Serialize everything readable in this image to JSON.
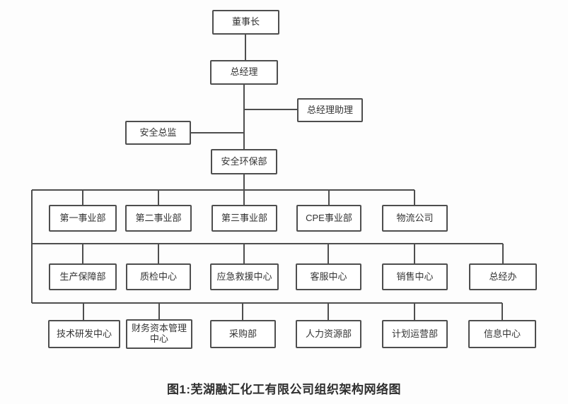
{
  "figure": {
    "caption": "图1:芜湖融汇化工有限公司组织架构网络图"
  },
  "org": {
    "chairman": "董事长",
    "general_manager": "总经理",
    "gm_assistant": "总经理助理",
    "safety_director": "安全总监",
    "safety_env_dept": "安全环保部",
    "row1": [
      "第一事业部",
      "第二事业部",
      "第三事业部",
      "CPE事业部",
      "物流公司"
    ],
    "row2": [
      "生产保障部",
      "质检中心",
      "应急救援中心",
      "客服中心",
      "销售中心",
      "总经办"
    ],
    "row3": [
      "技术研发中心",
      "财务资本管理中心",
      "采购部",
      "人力资源部",
      "计划运营部",
      "信息中心"
    ],
    "edges": [
      [
        "chairman",
        "general_manager"
      ],
      [
        "general_manager",
        "gm_assistant"
      ],
      [
        "general_manager",
        "safety_director"
      ],
      [
        "general_manager",
        "safety_env_dept"
      ],
      [
        "safety_env_dept",
        "row1"
      ],
      [
        "safety_env_dept",
        "row2"
      ],
      [
        "safety_env_dept",
        "row3"
      ]
    ]
  },
  "colors": {
    "box_border": "#4e4e4e",
    "connector_line": "#4e4e4e",
    "text": "#333333",
    "background": "#fdfdfd"
  }
}
